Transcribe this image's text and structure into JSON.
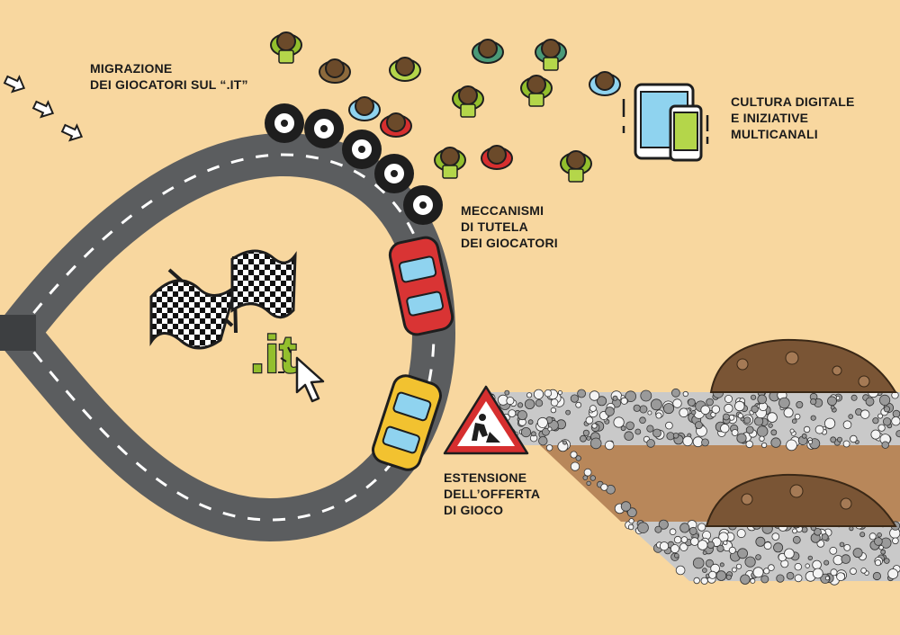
{
  "labels": {
    "migration": [
      "MIGRAZIONE",
      "DEI GIOCATORI SUL “.IT”"
    ],
    "digital_culture": [
      "CULTURA DIGITALE",
      "E INIZIATIVE",
      "MULTICANALI"
    ],
    "protection": [
      "MECCANISMI",
      "DI TUTELA",
      "DEI GIOCATORI"
    ],
    "offer_extension": [
      "ESTENSIONE",
      "DELL’OFFERTA",
      "DI GIOCO"
    ]
  },
  "logo": {
    "text": ".it"
  },
  "colors": {
    "background": "#f8d79f",
    "road": "#5b5d5f",
    "lane_marking": "#ffffff",
    "logo_green": "#93bf2d",
    "warning_red": "#d62f2f",
    "car_red": "#d93434",
    "car_yellow": "#f2c230",
    "windshield": "#8fd3ef",
    "gravel": "#c7c7c7",
    "dirt": "#b8875a",
    "dirt_mound": "#7a5535"
  },
  "icons": [
    "arrow-icon",
    "people-icon",
    "tablet-icon",
    "smartphone-icon",
    "tire-icon",
    "race-car-icon",
    "checkered-flag-icon",
    "cursor-icon",
    "roadwork-warning-icon"
  ]
}
